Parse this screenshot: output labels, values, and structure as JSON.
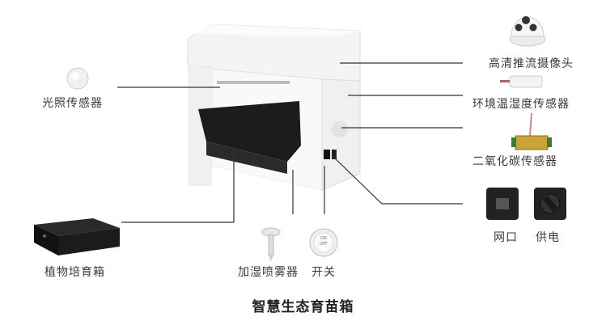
{
  "title": "智慧生态育苗箱",
  "components": {
    "light_sensor": "光照传感器",
    "planter_box": "植物培育箱",
    "humidifier": "加湿喷雾器",
    "switch": "开关",
    "camera": "高清推流摄像头",
    "temp_humidity_sensor": "环境温湿度传感器",
    "co2_sensor": "二氧化碳传感器",
    "network_port": "网口",
    "power_port": "供电"
  },
  "switch_button": {
    "on": "ON",
    "off": "OFF"
  }
}
